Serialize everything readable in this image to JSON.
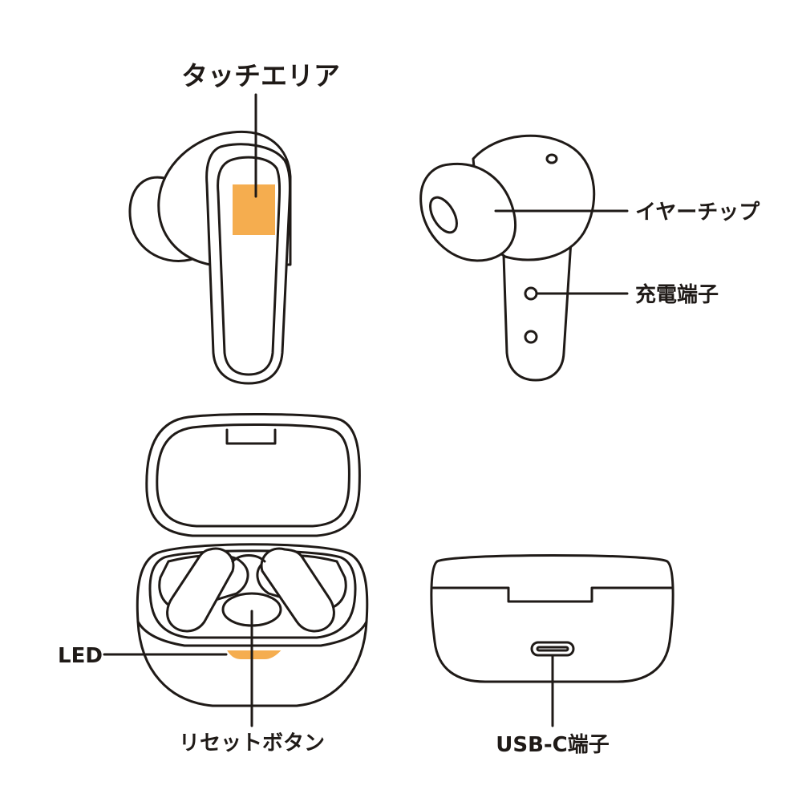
{
  "labels": {
    "touch_area": "タッチエリア",
    "ear_tip": "イヤーチップ",
    "charging_terminal": "充電端子",
    "led": "LED",
    "reset_button": "リセットボタン",
    "usb_c_port": "USB-C端子"
  },
  "colors": {
    "line": "#1f1a17",
    "highlight": "#f5ad4f",
    "background": "#ffffff"
  }
}
